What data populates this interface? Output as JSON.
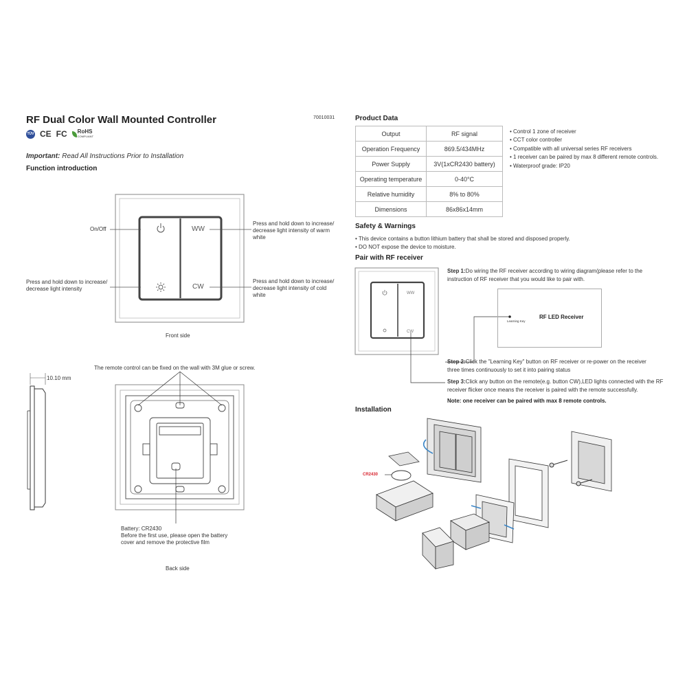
{
  "header": {
    "title": "RF Dual Color Wall Mounted Controller",
    "code": "70010031",
    "certs": [
      "CE",
      "FC",
      "RoHS",
      "COMPLIANT"
    ],
    "important_label": "Important:",
    "important_text": "Read All Instructions Prior to Installation"
  },
  "function_intro": {
    "heading": "Function introduction",
    "button_labels": {
      "ww": "WW",
      "cw": "CW"
    },
    "on_off": "On/Off",
    "left_line1": "Press and hold down to increase/",
    "left_line2": "decrease light intensity",
    "ww_line1": "Press and hold down to increase/",
    "ww_line2": "decrease light intensity of warm",
    "ww_line3": "white",
    "cw_line1": "Press and hold down to increase/",
    "cw_line2": "decrease light intensity of cold",
    "cw_line3": "white",
    "front_caption": "Front side"
  },
  "back": {
    "thickness": "10.10 mm",
    "mount_note": "The remote control can be fixed on the wall with 3M glue or screw.",
    "battery_line1": "Battery: CR2430",
    "battery_line2": "Before the first use, please open the battery",
    "battery_line3": "cover and remove the protective film",
    "back_caption": "Back side"
  },
  "product_data": {
    "heading": "Product Data",
    "rows": [
      {
        "label": "Output",
        "value": "RF signal"
      },
      {
        "label": "Operation Frequency",
        "value": "869.5/434MHz"
      },
      {
        "label": "Power Supply",
        "value": "3V(1xCR2430 battery)"
      },
      {
        "label": "Operating temperature",
        "value": "0-40°C"
      },
      {
        "label": "Relative humidity",
        "value": "8% to 80%"
      },
      {
        "label": "Dimensions",
        "value": "86x86x14mm"
      }
    ],
    "features": [
      "• Control 1 zone of receiver",
      "• CCT color controller",
      "• Compatible with all universal series RF receivers",
      "• 1 receiver can be paired by max 8 different remote controls.",
      "• Waterproof grade: IP20"
    ]
  },
  "safety": {
    "heading": "Safety & Warnings",
    "items": [
      "• This device contains a button lithium battery that shall be stored and disposed properly.",
      "• DO NOT expose the device to moisture."
    ]
  },
  "pair": {
    "heading": "Pair with RF receiver",
    "step1_label": "Step 1:",
    "step1_l1": "Do wiring the RF receiver according to wiring diagram(please refer to the",
    "step1_l2": "instruction of RF receiver that you would like to pair with.",
    "receiver_title": "RF LED Receiver",
    "learning_key": "Learning Key",
    "step2_label": "Step 2:",
    "step2_l1": "Click the \"Learning Key\" button on RF receiver or re-power on the receiver",
    "step2_l2": "three times continuously to set it into pairing status",
    "step3_label": "Step 3:",
    "step3_l1": "Click any button on the remote(e.g. button CW),LED lights connected with the RF",
    "step3_l2": "receiver flicker once means the receiver is paired with the remote successfully.",
    "note": "Note: one receiver can be paired with max 8 remote controls."
  },
  "installation": {
    "heading": "Installation",
    "battery_label": "CR2430"
  }
}
